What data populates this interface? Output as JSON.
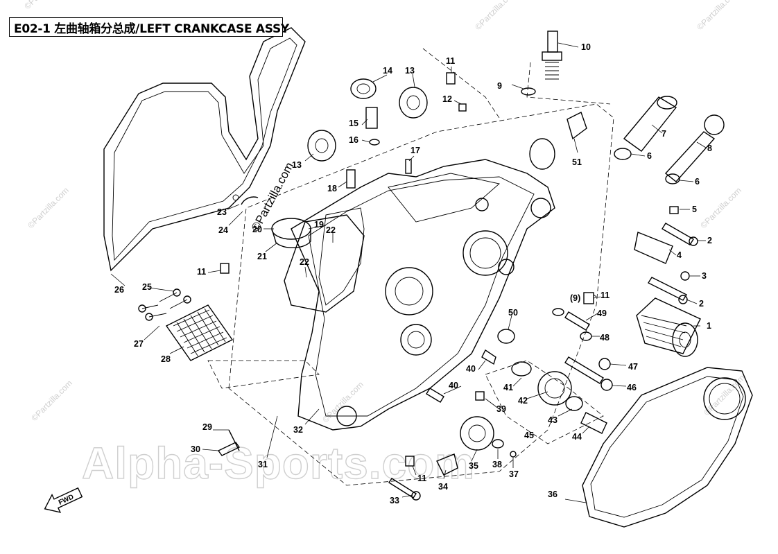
{
  "title": "E02-1 左曲轴箱分总成/LEFT CRANKCASE ASSY",
  "watermarks": {
    "small": "©Partzilla.com",
    "diagonal": "©Partzilla.com",
    "big": "Alpha-Sports.com"
  },
  "fwd_label": "FWD",
  "callouts": {
    "c1": "1",
    "c2a": "2",
    "c2b": "2",
    "c3": "3",
    "c4": "4",
    "c5": "5",
    "c6a": "6",
    "c6b": "6",
    "c7": "7",
    "c8": "8",
    "c9a": "9",
    "c9b": "(9)",
    "c10": "10",
    "c11a": "11",
    "c11b": "11",
    "c11c": "11",
    "c11d": "11",
    "c12": "12",
    "c13a": "13",
    "c13b": "13",
    "c14": "14",
    "c15": "15",
    "c16": "16",
    "c17": "17",
    "c18": "18",
    "c19": "19",
    "c20": "20",
    "c21": "21",
    "c22a": "22",
    "c22b": "22",
    "c23": "23",
    "c24": "24",
    "c25": "25",
    "c26": "26",
    "c27": "27",
    "c28": "28",
    "c29": "29",
    "c30": "30",
    "c31": "31",
    "c32": "32",
    "c33": "33",
    "c34": "34",
    "c35": "35",
    "c36": "36",
    "c37": "37",
    "c38": "38",
    "c39": "39",
    "c40a": "40",
    "c40b": "40",
    "c41": "41",
    "c42": "42",
    "c43": "43",
    "c44": "44",
    "c45": "45",
    "c46": "46",
    "c47": "47",
    "c48": "48",
    "c49": "49",
    "c50": "50",
    "c51": "51"
  }
}
